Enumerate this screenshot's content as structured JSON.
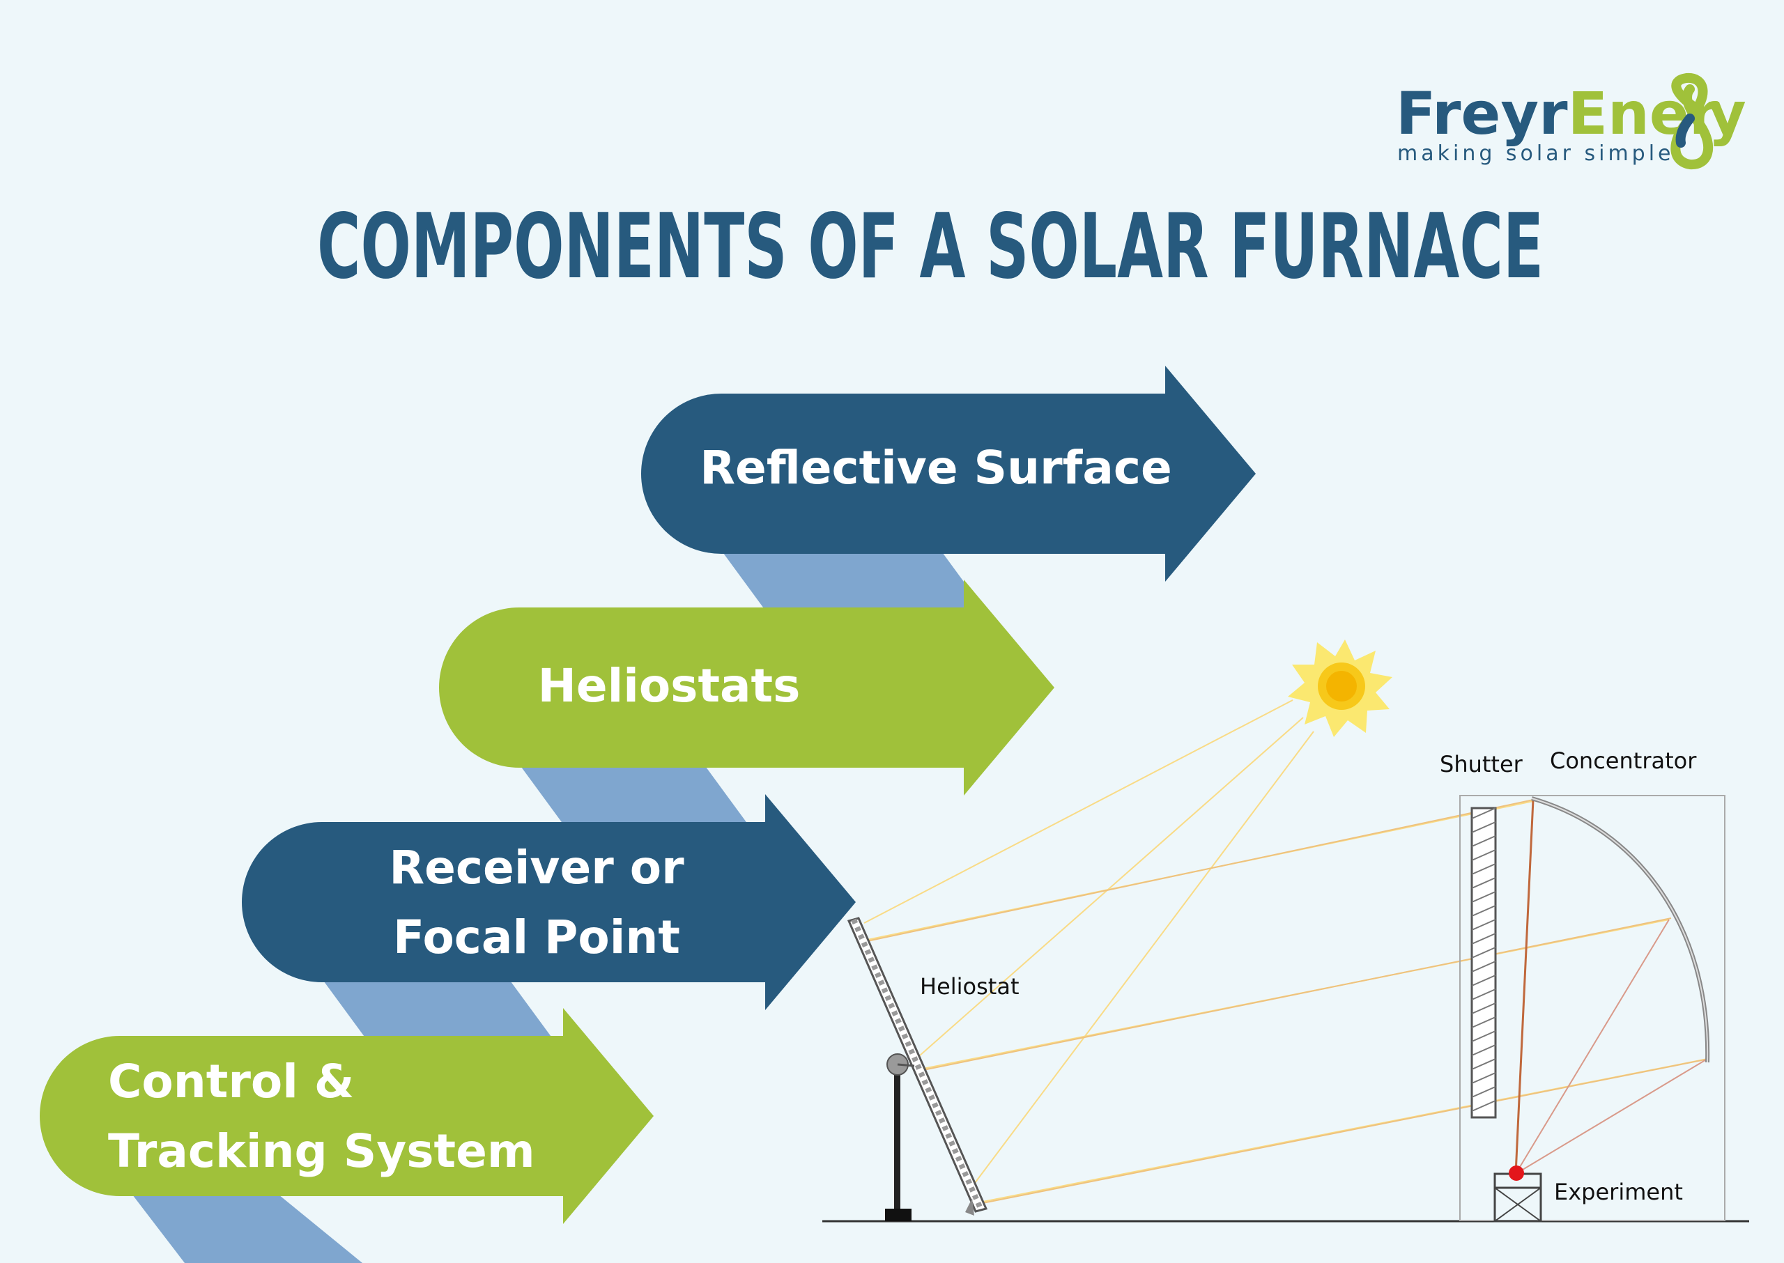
{
  "brand": {
    "name_part1": "Freyr",
    "name_part2": "Ener",
    "name_part3": "y",
    "tagline": "making solar simple"
  },
  "title": "COMPONENTS OF A SOLAR FURNACE",
  "components": [
    {
      "lines": [
        "Reflective Surface"
      ],
      "color": "#275a7e"
    },
    {
      "lines": [
        "Heliostats"
      ],
      "color": "#a0c13a"
    },
    {
      "lines": [
        "Receiver or",
        "Focal Point"
      ],
      "color": "#275a7e"
    },
    {
      "lines": [
        "Control &",
        "Tracking System"
      ],
      "color": "#a0c13a"
    }
  ],
  "diagram_labels": {
    "shutter": "Shutter",
    "concentrator": "Concentrator",
    "heliostat": "Heliostat",
    "experiment": "Experiment"
  },
  "colors": {
    "navy": "#275a7e",
    "green": "#a0c13a",
    "connector": "#7fa6cf",
    "background": "#eef7fa",
    "sun": "#f7c81a",
    "focus": "#e3161b"
  }
}
